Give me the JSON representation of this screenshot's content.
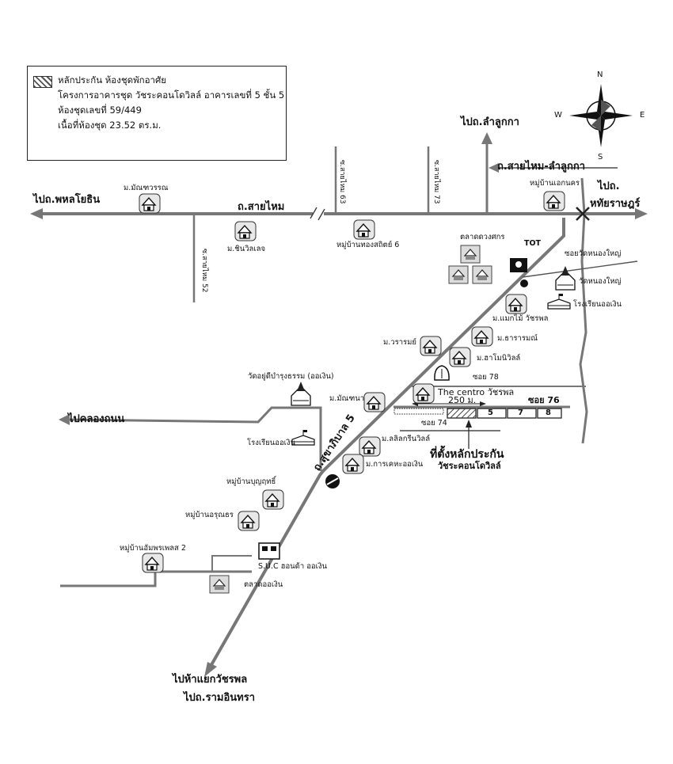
{
  "legend": {
    "line1": "หลักประกัน ห้องชุดพักอาศัย",
    "line2": "โครงการอาคารชุด วัชระคอนโดวิลล์ อาคารเลขที่  5 ชั้น 5",
    "line3": "ห้องชุดเลขที่  59/449",
    "line4": "เนื้อที่ห้องชุด  23.52    ตร.ม."
  },
  "compass": {
    "n": "N",
    "s": "S",
    "e": "E",
    "w": "W"
  },
  "roads": {
    "to_phahon": "ไปถ.พหลโยธิน",
    "sai_mai": "ถ.สายไหม",
    "to_lamlukka": "ไปถ.ลำลูกกา",
    "sai_mai_lamlukka": "ถ.สายไหม-ลำลูกกา",
    "to_prefix": "ไปถ.",
    "hathai": "หทัยราษฎร์",
    "to_khlong_thanon": "ไปคลองถนน",
    "sukhaphiban5": "ถ.สุขาภิบาล 5",
    "to_watcharaphon": "ไปห้าแยกวัชรพล",
    "to_ramintra": "ไปถ.รามอินทรา",
    "soi_76": "ซอย 76"
  },
  "sois": {
    "saimai63": "ซ.สายไหม 63",
    "saimai73": "ซ.สายไหม 73",
    "saimai52": "ซ.สายไหม 52",
    "soi78": "ซอย 78",
    "soi74": "ซอย 74",
    "soi_wat": "ซอยวัดหนองใหญ่"
  },
  "places": {
    "manthawan": "ม.มัณฑวรรณ",
    "chinwillage": "ม.ชินวิลเลจ",
    "thongsathit": "หมู่บ้านทองสถิตย์ 6",
    "ekkanakhon": "หมู่บ้านเอกนคร",
    "talad_duang": "ตลาดดวงศกร",
    "tot": "TOT",
    "wat_nong_yai": "วัดหนองใหญ่",
    "school_1": "โรงเรียนออเงิน",
    "maekmai": "ม.แมกไม้ วัชรพล",
    "waram": "ม.วรารมย์",
    "tharamani": "ม.ธารารมณ์",
    "thamonwill": "ม.ฮาโมนิวิลล์",
    "centro": "The centro วัชรพล",
    "distance": "250  ม.",
    "wat_yu_di": "วัดอยู่ดีบำรุงธรรม (ออเงิน)",
    "mantana": "ม.มัณฑนา",
    "school_2": "โรงเรียนออเงิน",
    "lalin": "ม.ลลิลกรีนวิลล์",
    "karaket": "ม.การเคหะออเงิน",
    "site_line1": "ที่ตั้งหลักประกัน",
    "site_line2": "วัชระคอนโดวิลล์",
    "bunyarit": "หมู่บ้านบุญฤทธิ์",
    "arunthon": "หมู่บ้านอรุณธร",
    "amphon": "หมู่บ้านอัมพรเพลส 2",
    "suc": "S.U.C ฮอนด้า ออเงิน",
    "talad_oen": "ตลาดออเงิน"
  },
  "buildings": [
    "5",
    "7",
    "8"
  ]
}
